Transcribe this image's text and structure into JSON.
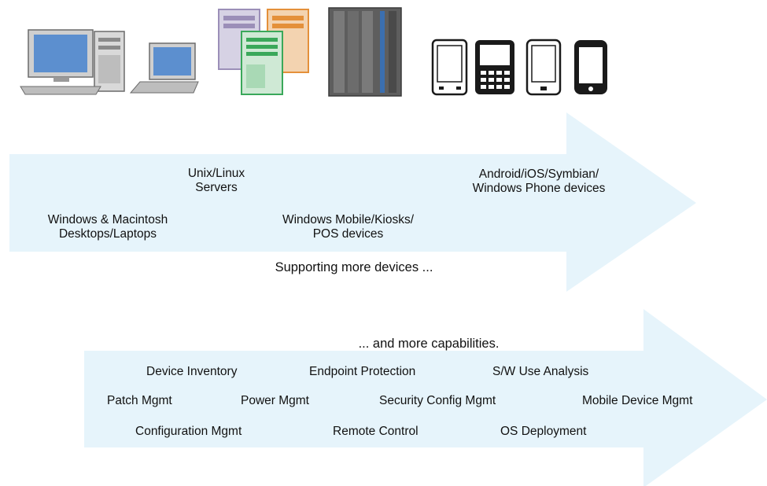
{
  "devices_arrow": {
    "labels": [
      "Unix/Linux\nServers",
      "Android/iOS/Symbian/\nWindows Phone devices",
      "Windows & Macintosh\nDesktops/Laptops",
      "Windows Mobile/Kiosks/\nPOS devices"
    ],
    "caption": "Supporting more devices ..."
  },
  "capabilities_arrow": {
    "heading": "... and more capabilities.",
    "items": [
      "Device Inventory",
      "Endpoint Protection",
      "S/W Use Analysis",
      "Patch Mgmt",
      "Power Mgmt",
      "Security Config Mgmt",
      "Mobile Device Mgmt",
      "Configuration Mgmt",
      "Remote Control",
      "OS Deployment"
    ]
  },
  "icons": [
    "desktop-computer-icon",
    "laptop-icon",
    "server-stack-icon",
    "mainframe-icon",
    "mobile-phone-icon",
    "blackberry-phone-icon",
    "smartphone-icon",
    "iphone-icon"
  ],
  "colors": {
    "arrow_fill": "#e6f4fb",
    "server_green": "#3aa85a",
    "server_orange": "#e4903a",
    "server_purple": "#9b8fb8",
    "screen_blue": "#5c8fcf"
  }
}
